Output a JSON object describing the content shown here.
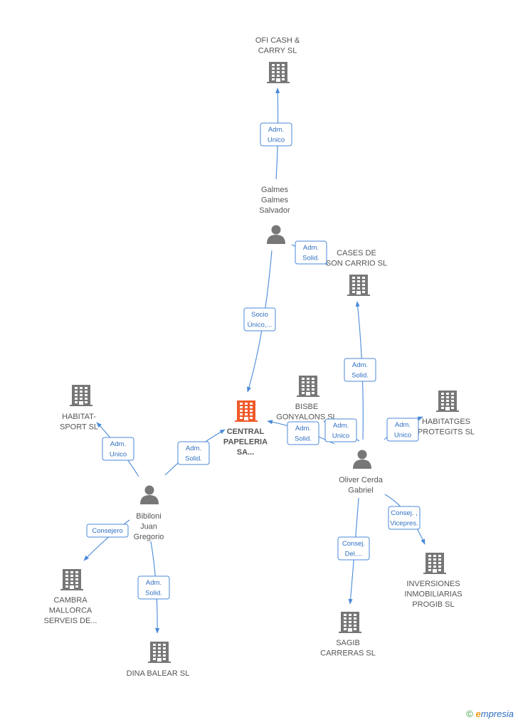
{
  "nodes": [
    {
      "id": "ofi_cash",
      "type": "company",
      "lines": [
        "OFI CASH &",
        "CARRY SL"
      ]
    },
    {
      "id": "galmes",
      "type": "person",
      "lines": [
        "Galmes",
        "Galmes",
        "Salvador"
      ]
    },
    {
      "id": "cases_son_carrio",
      "type": "company",
      "lines": [
        "CASES DE",
        "SON CARRIO SL"
      ]
    },
    {
      "id": "habitat_sport",
      "type": "company",
      "lines": [
        "HABITAT-",
        "SPORT SL"
      ]
    },
    {
      "id": "central_papeleria",
      "type": "company",
      "main": true,
      "lines": [
        "CENTRAL",
        "PAPELERIA",
        "SA..."
      ]
    },
    {
      "id": "bisbe_gonyalons",
      "type": "company",
      "lines": [
        "BISBE",
        "GONYALONS SL"
      ]
    },
    {
      "id": "habitatges_protegits",
      "type": "company",
      "lines": [
        "HABITATGES",
        "PROTEGITS SL"
      ]
    },
    {
      "id": "oliver_cerda",
      "type": "person",
      "lines": [
        "Oliver Cerda",
        "Gabriel"
      ]
    },
    {
      "id": "bibiloni",
      "type": "person",
      "lines": [
        "Bibiloni",
        "Juan",
        "Gregorio"
      ]
    },
    {
      "id": "cambra_mallorca",
      "type": "company",
      "lines": [
        "CAMBRA",
        "MALLORCA",
        "SERVEIS DE..."
      ]
    },
    {
      "id": "dina_balear",
      "type": "company",
      "lines": [
        "DINA BALEAR SL"
      ]
    },
    {
      "id": "inversiones_progib",
      "type": "company",
      "lines": [
        "INVERSIONES",
        "INMOBILIARIAS",
        "PROGIB SL"
      ]
    },
    {
      "id": "sagib_carreras",
      "type": "company",
      "lines": [
        "SAGIB",
        "CARRERAS SL"
      ]
    }
  ],
  "edges": [
    {
      "from": "galmes",
      "to": "ofi_cash",
      "label": [
        "Adm.",
        "Unico"
      ]
    },
    {
      "from": "galmes",
      "to": "cases_son_carrio",
      "label": [
        "Adm.",
        "Solid."
      ]
    },
    {
      "from": "galmes",
      "to": "central_papeleria",
      "label": [
        "Socio",
        "Único,..."
      ]
    },
    {
      "from": "oliver_cerda",
      "to": "cases_son_carrio",
      "label": [
        "Adm.",
        "Solid."
      ]
    },
    {
      "from": "oliver_cerda",
      "to": "habitatges_protegits",
      "label": [
        "Adm.",
        "Unico"
      ]
    },
    {
      "from": "oliver_cerda",
      "to": "bisbe_gonyalons",
      "label": [
        "Adm.",
        "Unico"
      ]
    },
    {
      "from": "oliver_cerda",
      "to": "central_papeleria",
      "label": [
        "Adm.",
        "Solid."
      ]
    },
    {
      "from": "oliver_cerda",
      "to": "inversiones_progib",
      "label": [
        "Consej. ,",
        "Vicepres."
      ]
    },
    {
      "from": "oliver_cerda",
      "to": "sagib_carreras",
      "label": [
        "Consej.",
        "Del...."
      ]
    },
    {
      "from": "bibiloni",
      "to": "habitat_sport",
      "label": [
        "Adm.",
        "Unico"
      ]
    },
    {
      "from": "bibiloni",
      "to": "central_papeleria",
      "label": [
        "Adm.",
        "Solid."
      ]
    },
    {
      "from": "bibiloni",
      "to": "cambra_mallorca",
      "label": [
        "Consejero"
      ]
    },
    {
      "from": "bibiloni",
      "to": "dina_balear",
      "label": [
        "Adm.",
        "Solid."
      ]
    }
  ],
  "colors": {
    "company_icon": "#777777",
    "main_company_icon": "#f05a28",
    "person_icon": "#777777",
    "edge": "#4a8ad8"
  },
  "copyright": {
    "symbol": "©",
    "brand_initial": "e",
    "brand_rest": "mpresia"
  }
}
